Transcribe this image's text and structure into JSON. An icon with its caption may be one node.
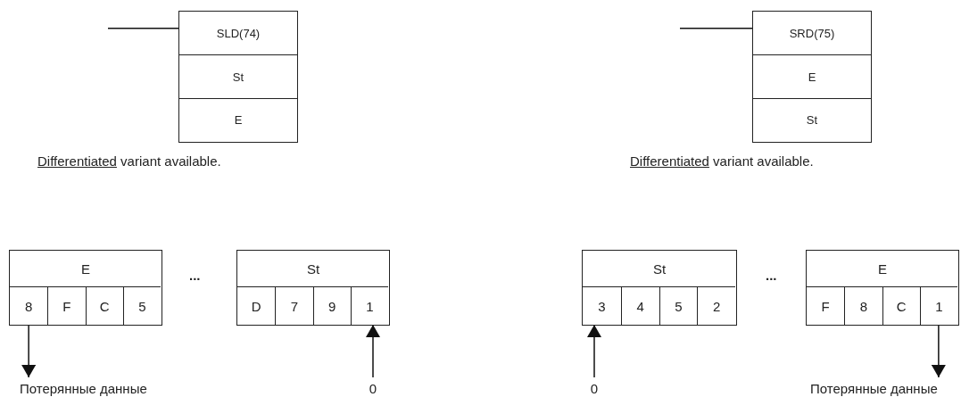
{
  "diagram": {
    "nodes": [
      {
        "text": [
          "SLD(74)",
          "St",
          "E"
        ],
        "beside": [
          "Differentiated variant available."
        ]
      },
      {
        "text": [
          "SRD(75)",
          "E",
          "St"
        ],
        "beside": [
          "Differentiated variant available."
        ]
      },
      {
        "text": [
          "E"
        ]
      },
      {
        "text": [
          "8"
        ],
        "in": 2
      },
      {
        "text": [
          "F"
        ],
        "in": 2
      },
      {
        "text": [
          "C"
        ],
        "in": 2
      },
      {
        "text": [
          "5"
        ],
        "in": 2
      },
      {
        "text": [
          "St"
        ]
      },
      {
        "text": [
          "D"
        ],
        "in": 7
      },
      {
        "text": [
          "7"
        ],
        "in": 7
      },
      {
        "text": [
          "9"
        ],
        "in": 7
      },
      {
        "text": [
          "1"
        ],
        "in": 7
      },
      {
        "text": [
          "St"
        ]
      },
      {
        "text": [
          "3"
        ],
        "in": 12
      },
      {
        "text": [
          "4"
        ],
        "in": 12
      },
      {
        "text": [
          "5"
        ],
        "in": 12
      },
      {
        "text": [
          "2"
        ],
        "in": 12
      },
      {
        "text": [
          "E"
        ]
      },
      {
        "text": [
          "F"
        ],
        "in": 17
      },
      {
        "text": [
          "8"
        ],
        "in": 17
      },
      {
        "text": [
          "C"
        ],
        "in": 17
      },
      {
        "text": [
          "1"
        ],
        "in": 17
      },
      {
        "text": [
          "Потерянные данные"
        ]
      },
      {
        "text": [
          "0"
        ]
      },
      {
        "text": [
          "0"
        ]
      },
      {
        "text": [
          "Потерянные данные"
        ]
      }
    ],
    "edges": [
      {
        "from": null,
        "to": 0,
        "arrow": "none"
      },
      {
        "from": null,
        "to": 1,
        "arrow": "none"
      },
      {
        "from": 3,
        "to": 22,
        "arrow": "to"
      },
      {
        "from": 23,
        "to": 11,
        "arrow": "to"
      },
      {
        "from": 24,
        "to": 13,
        "arrow": "to"
      },
      {
        "from": 21,
        "to": 25,
        "arrow": "to"
      }
    ],
    "labels": [
      "...",
      "..."
    ]
  }
}
